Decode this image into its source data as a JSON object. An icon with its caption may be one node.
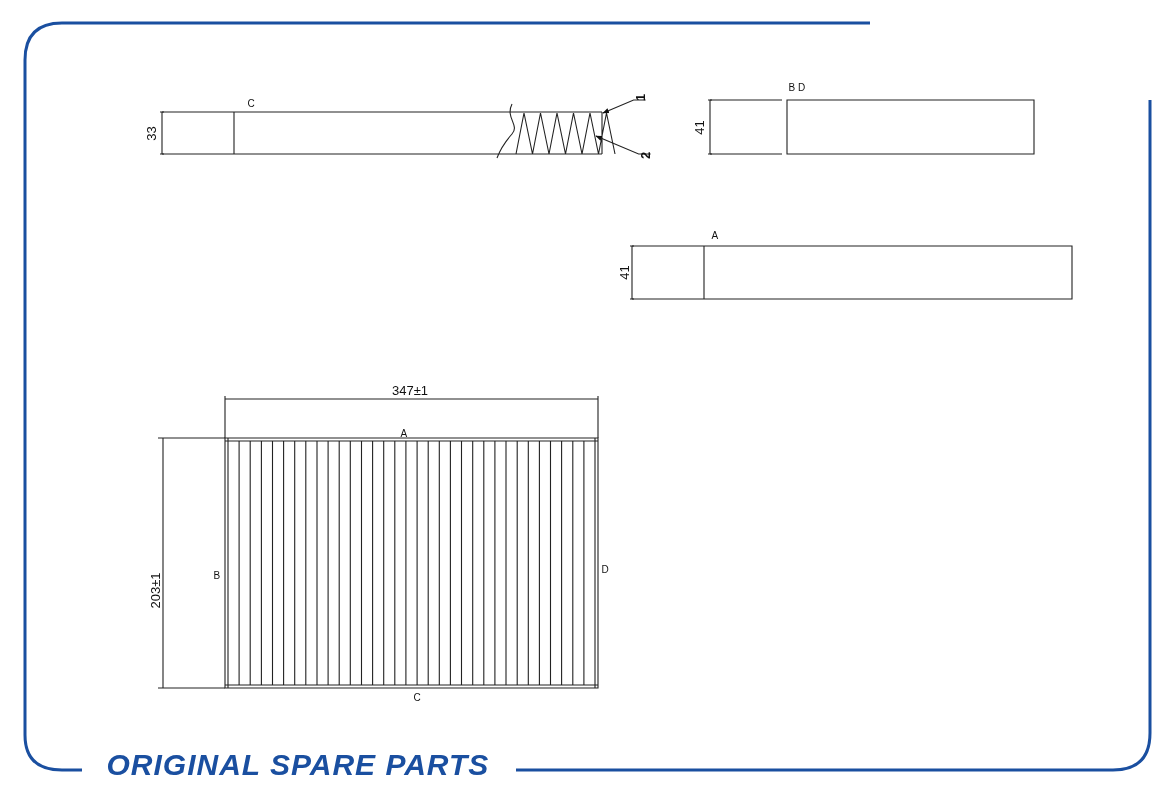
{
  "diagram": {
    "nodes": [
      {
        "text": [
          "1"
        ]
      },
      {
        "text": [
          "2"
        ]
      }
    ],
    "edges": [
      {
        "from": 0,
        "to": null,
        "arrow": "to"
      },
      {
        "from": 1,
        "to": null,
        "arrow": "to"
      }
    ],
    "labels": [
      "C",
      "33",
      "B D",
      "41",
      "A",
      "41",
      "347±1",
      "A",
      "B",
      "D",
      "203±1",
      "C",
      "ORIGINAL SPARE PARTS"
    ]
  }
}
